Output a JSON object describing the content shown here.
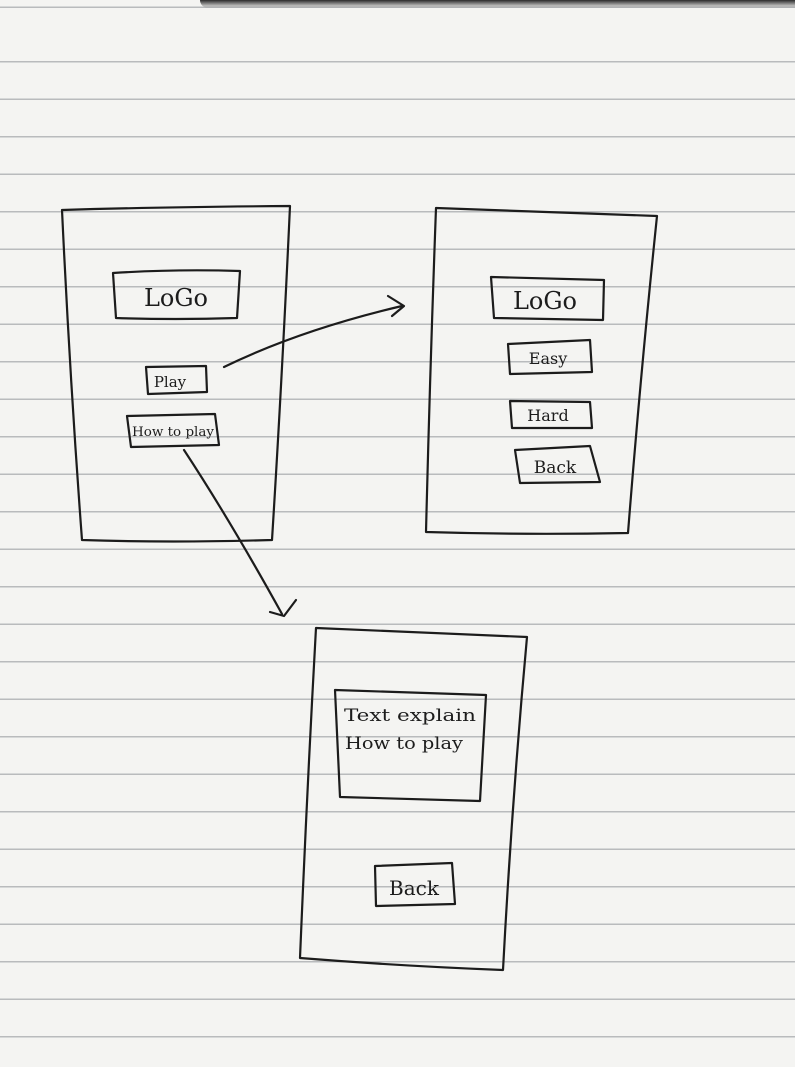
{
  "screens": {
    "main_menu": {
      "logo": "LoGo",
      "play_button": "Play",
      "how_to_play_button": "How to play"
    },
    "difficulty_menu": {
      "logo": "LoGo",
      "easy_button": "Easy",
      "hard_button": "Hard",
      "back_button": "Back"
    },
    "how_to_play_screen": {
      "text_line_1": "Text explain",
      "text_line_2": "How to play",
      "back_button": "Back"
    }
  },
  "colors": {
    "paper": "#f4f4f2",
    "ruling": "#b9bbbd",
    "ink": "#1c1c1c"
  }
}
